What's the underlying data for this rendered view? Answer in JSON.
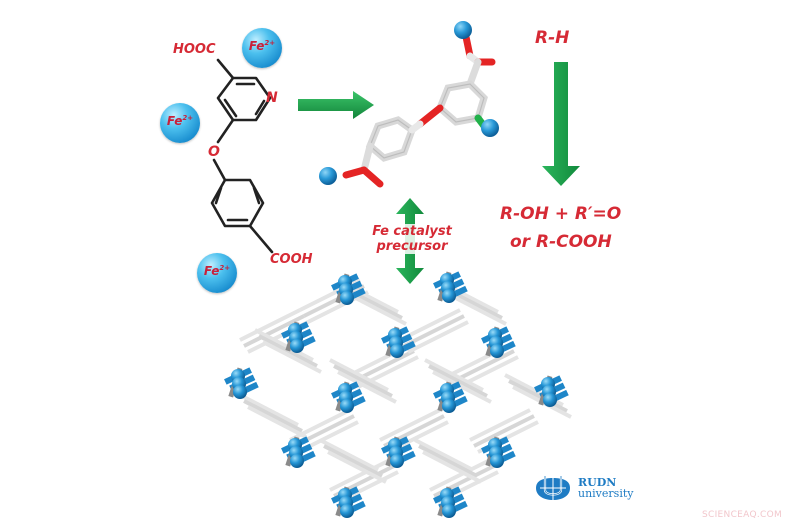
{
  "ligand_structure": {
    "labels": {
      "top_acid": "HOOC",
      "ring_nitrogen": "N",
      "ether_oxygen": "O",
      "bottom_acid": "COOH"
    }
  },
  "iron_ions": [
    {
      "label": "Fe",
      "charge": "2+"
    },
    {
      "label": "Fe",
      "charge": "2+"
    },
    {
      "label": "Fe",
      "charge": "2+"
    }
  ],
  "reaction": {
    "substrate": "R-H",
    "products_line1": "R-OH + R′=O",
    "products_line2": "or R-COOH"
  },
  "catalyst_label": {
    "line1": "Fe catalyst",
    "line2": "precursor"
  },
  "logo": {
    "line1": "RUDN",
    "line2": "university"
  },
  "watermark": "SCIENCEAQ.COM",
  "colors": {
    "label_red": "#d62a35",
    "arrow_green": "#1a9e4a",
    "atom_blue": "#1b8fd0",
    "bond_grey": "#cfcfcf",
    "oxygen_red": "#e02020"
  }
}
